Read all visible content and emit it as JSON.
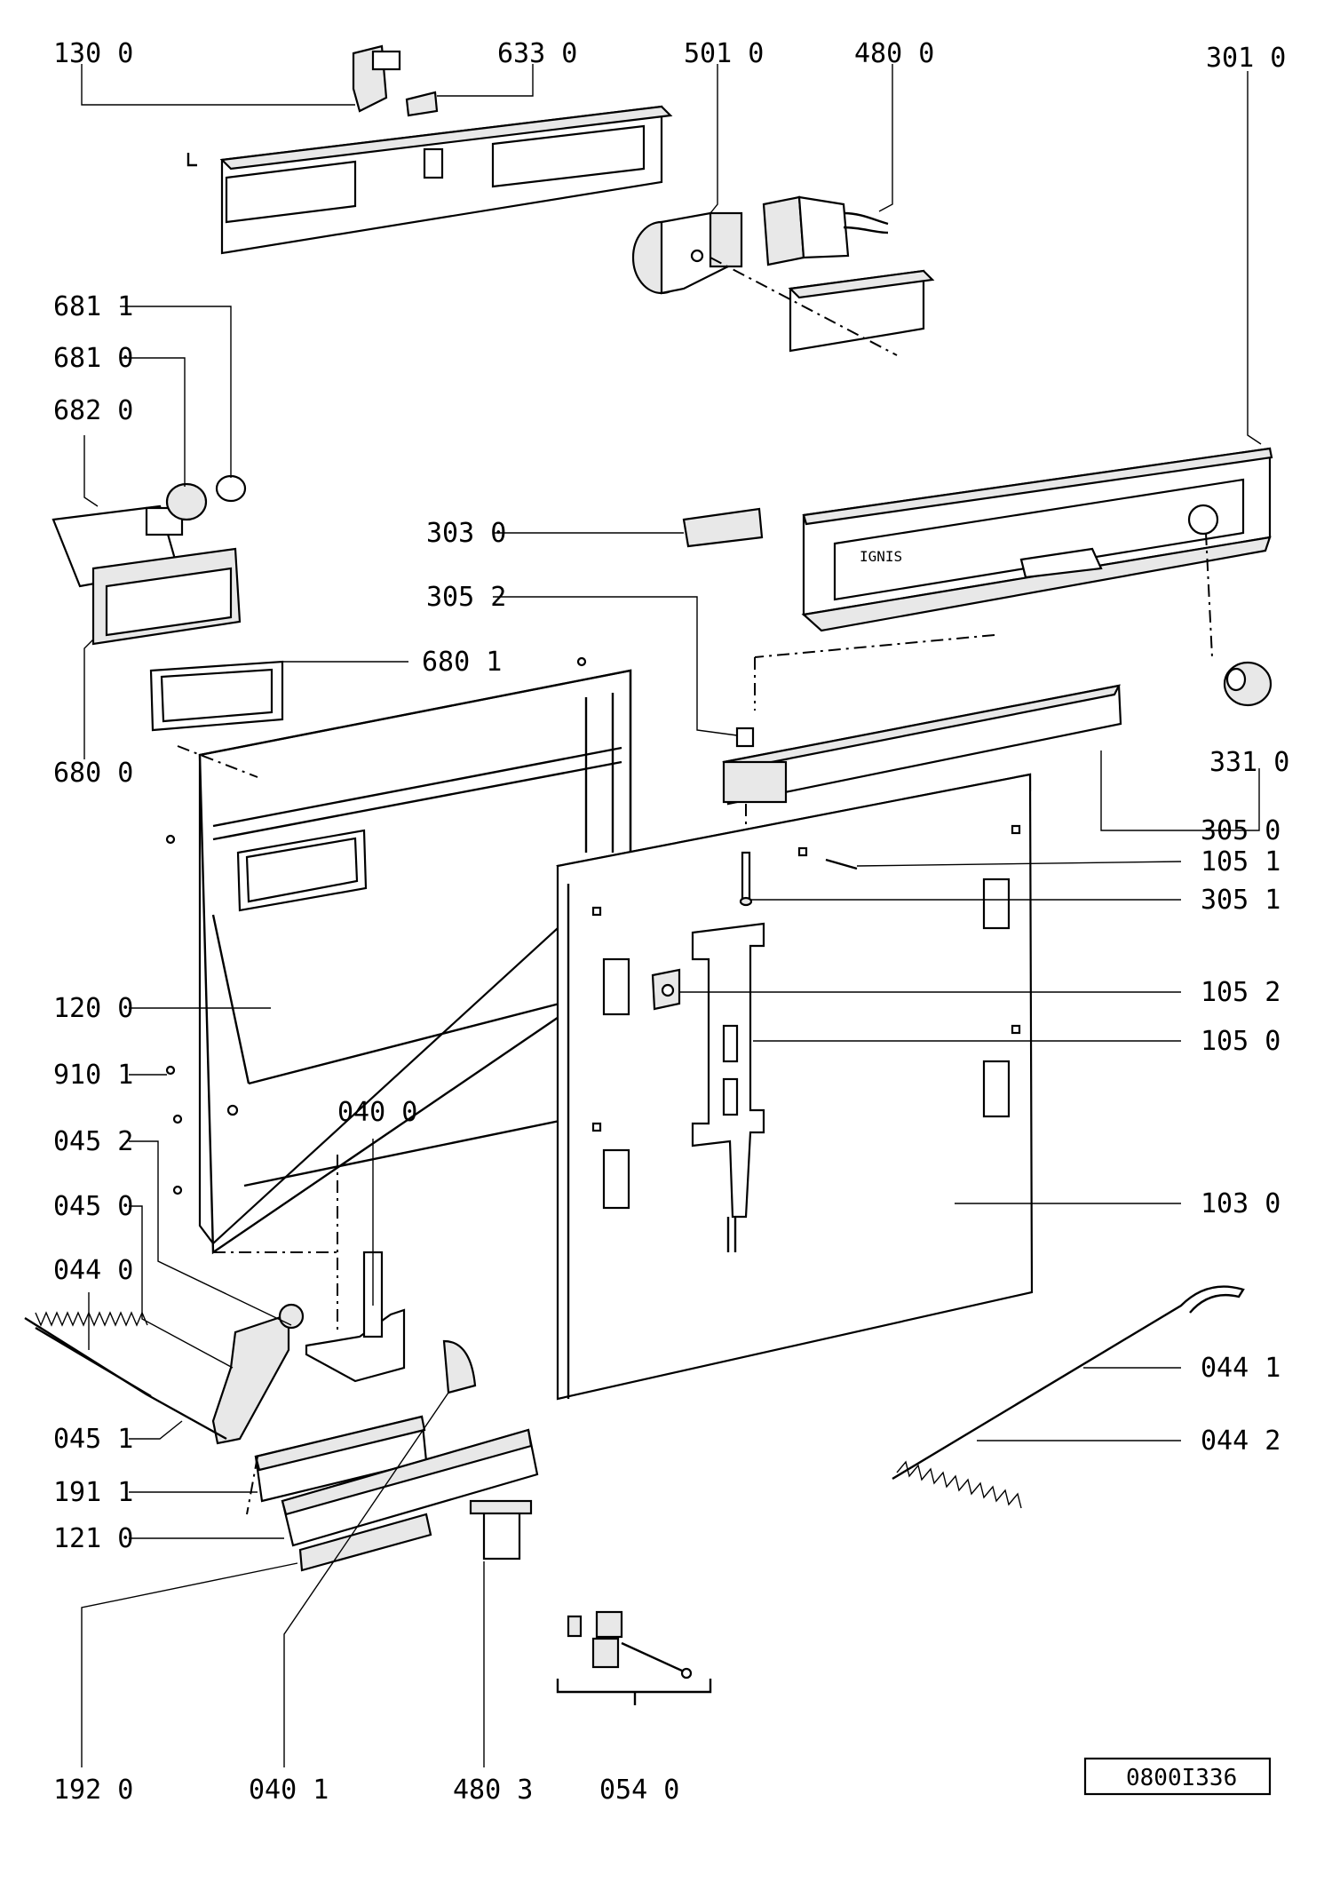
{
  "brand": "IGNIS",
  "drawing_number": "0800I336",
  "labels": {
    "p1300": "130 0",
    "p6330": "633 0",
    "p5010": "501 0",
    "p4800": "480 0",
    "p3010": "301 0",
    "p6811a": "681 1",
    "p6810": "681 0",
    "p6820": "682 0",
    "p3030": "303 0",
    "p3052": "305 2",
    "p6801": "680 1",
    "p6800": "680 0",
    "p3310": "331 0",
    "p3050": "305 0",
    "p1051": "105 1",
    "p3051": "305 1",
    "p1200": "120 0",
    "p1052": "105 2",
    "p1050": "105 0",
    "p9101": "910 1",
    "p0400": "040 0",
    "p0452": "045 2",
    "p0450": "045 0",
    "p1030": "103 0",
    "p0440": "044 0",
    "p0441": "044 1",
    "p0451": "045 1",
    "p0442": "044 2",
    "p1911": "191 1",
    "p1210": "121 0",
    "p1920": "192 0",
    "p0401": "040 1",
    "p4803": "480 3",
    "p0540": "054 0"
  }
}
